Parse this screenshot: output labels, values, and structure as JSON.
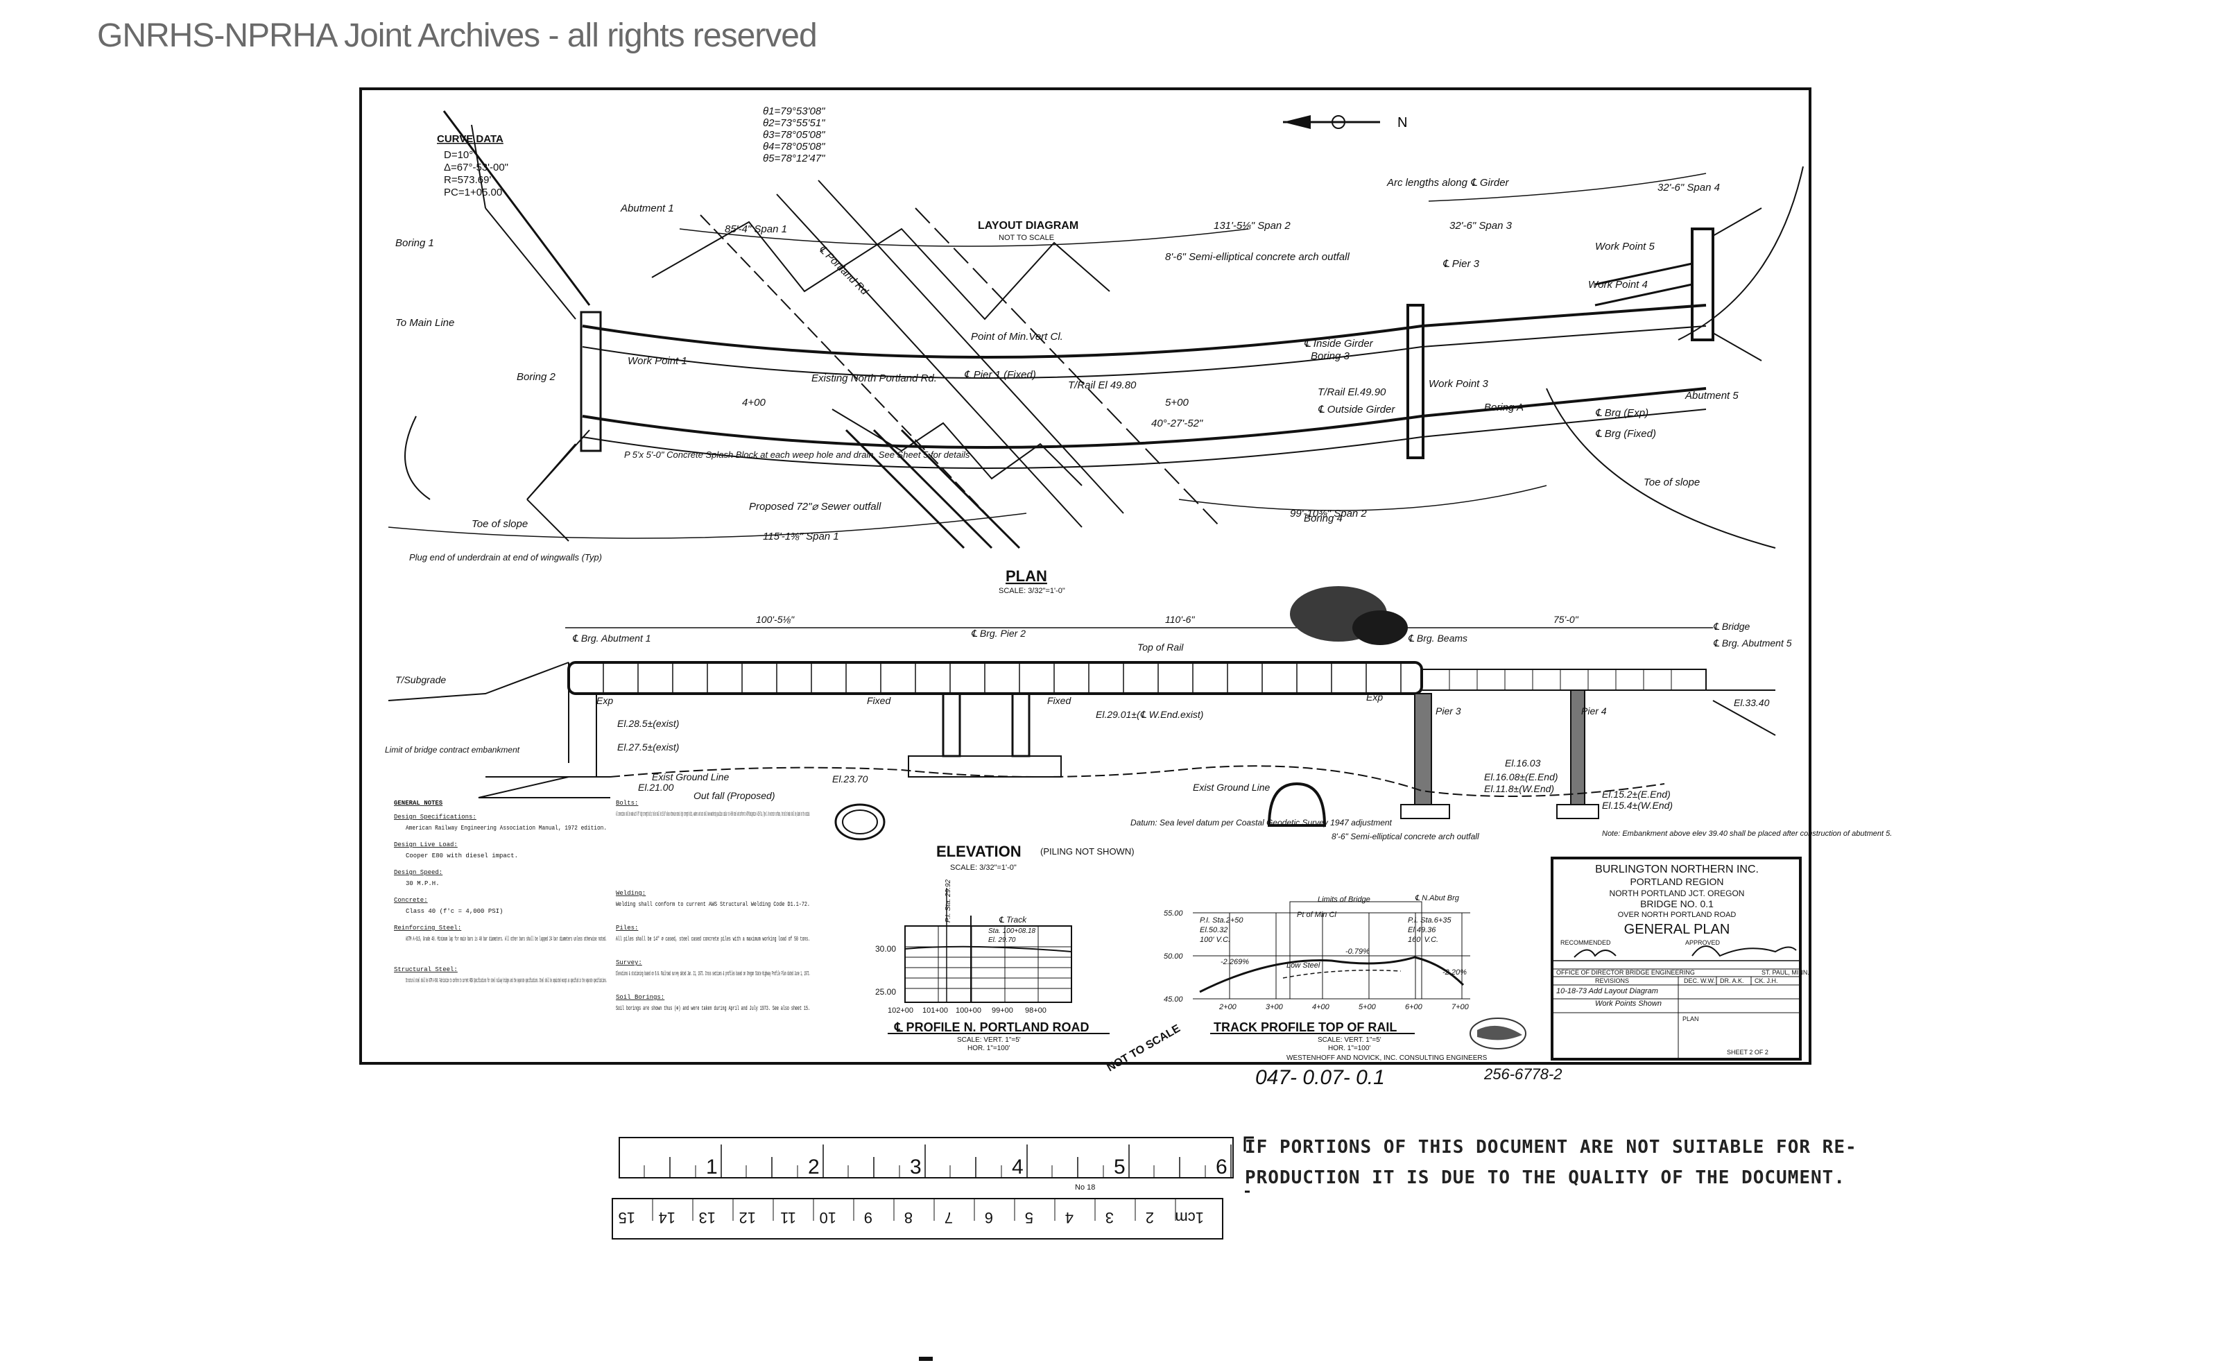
{
  "header": {
    "watermark": "GNRHS-NPRHA Joint Archives - all rights reserved"
  },
  "plan": {
    "title": "PLAN",
    "scale": "SCALE: 3/32\"=1'-0\"",
    "layout_diagram": "LAYOUT DIAGRAM",
    "not_to_scale": "NOT TO SCALE",
    "curve_data_title": "CURVE DATA",
    "curve_data": [
      "D=10°",
      "Δ=67°-53'-00\"",
      "R=573.69'",
      "PC=1+05.00"
    ],
    "angles": [
      "θ1=79°53'08\"",
      "θ2=73°55'51\"",
      "θ3=78°05'08\"",
      "θ4=78°05'08\"",
      "θ5=78°12'47\""
    ],
    "labels": {
      "to_main_line": "To Main Line",
      "boring1": "Boring 1",
      "boring2": "Boring 2",
      "boring3": "Boring 3",
      "boring4": "Boring 4",
      "boringA": "Boring A",
      "work_point1": "Work Point 1",
      "work_point3": "Work Point 3",
      "work_point4": "Work Point 4",
      "work_point5": "Work Point 5",
      "portland_rd": "℄ Portland Rd",
      "existing_north_portland": "Existing North Portland Rd.",
      "pier1": "℄ Pier 1 (Fixed)",
      "pier3": "℄ Pier 3",
      "outside_girder": "℄ Outside Girder",
      "inside_girder": "℄ Inside Girder",
      "point_min_cl": "Point of Min.Vert Cl.",
      "proposed_sewer": "Proposed 72\"⌀ Sewer outfall",
      "toe_of_slope": "Toe of slope",
      "arc_lengths": "Arc lengths along ℄ Girder",
      "semi_elliptical": "8'-6\" Semi-elliptical concrete arch outfall",
      "splash_block": "P 5'x 5'-0\" Concrete Splash Block at each weep hole and drain. See Sheet 5 for details",
      "plug_end": "Plug end of underdrain at end of wingwalls (Typ)",
      "span1": "115'-1⅜\" Span 1",
      "span1b": "85'-4\" Span 1",
      "span2": "131'-5⅛\" Span 2",
      "span2b": "99'-10⅜\" Span 2",
      "span3": "32'-6\" Span 3",
      "span4": "32'-6\" Span 4",
      "angle_4027": "40°-27'-52\"",
      "sta_400": "4+00",
      "sta_500": "5+00",
      "rail_el": "T/Rail El 49.80",
      "rail_el2": "T/Rail El.49.90",
      "brg_exp": "℄ Brg (Exp)",
      "brg_fixed": "℄ Brg (Fixed)",
      "abutment1": "Abutment 1",
      "abutment5": "Abutment 5"
    }
  },
  "elevation": {
    "title": "ELEVATION",
    "subtitle": "(PILING NOT SHOWN)",
    "scale": "SCALE: 3/32\"=1'-0\"",
    "dims": [
      "100'-5⅛\"",
      "110'-6\"",
      "75'-0\""
    ],
    "labels": {
      "brg_abut1": "℄ Brg. Abutment 1",
      "brg_pier2": "℄ Brg. Pier 2",
      "top_of_rail": "Top of Rail",
      "brg_beams": "℄ Brg. Beams",
      "bridge": "℄ Bridge",
      "brg_abut5": "℄ Brg. Abutment 5",
      "t_subgrade": "T/Subgrade",
      "limit_bridge": "Limit of bridge contract embankment",
      "exist_ground": "Exist Ground Line",
      "outfall": "Out fall (Proposed)",
      "el_2100": "El.21.00",
      "el_2370": "El.23.70",
      "el_2901": "El.29.01±(℄ W.End.exist)",
      "el_2815": "El.28.5±(exist)",
      "el_2715": "El.27.5±(exist)",
      "el_3340": "El.33.40",
      "el_1603": "El.16.03",
      "el_1608": "El.16.08±(E.End)",
      "el_1180": "El.11.8±(W.End)",
      "el_1520": "El.15.2±(E.End)",
      "el_1540": "El.15.4±(W.End)",
      "fixed": "Fixed",
      "exp": "Exp",
      "pier3": "Pier 3",
      "pier4": "Pier 4",
      "datum": "Datum: Sea level datum per Coastal Geodetic Survey 1947 adjustment",
      "arch_outfall": "8'-6\" Semi-elliptical concrete arch outfall",
      "embankment_note": "Note: Embankment above elev 39.40 shall be placed after construction of abutment 5."
    }
  },
  "general_notes": {
    "title": "GENERAL NOTES",
    "items": [
      {
        "head": "Design Specifications:",
        "body": "American Railway Engineering Association Manual, 1972 edition."
      },
      {
        "head": "Design Live Load:",
        "body": "Cooper E80 with diesel impact."
      },
      {
        "head": "Design Speed:",
        "body": "30 M.P.H."
      },
      {
        "head": "Concrete:",
        "body": "Class 40 (f'c = 4,000 PSI)"
      },
      {
        "head": "Reinforcing Steel:",
        "body": "ASTM A-615, Grade 40. Minimum lap for main bars is 40 bar diameters. All other bars shall be lapped 24 bar diameters unless otherwise noted."
      },
      {
        "head": "Structural Steel:",
        "body": "Structural steel shall be ASTM A-588. Fabrication to conform to current AREA Specifications for steel railway bridges and the separate specifications. Steel shall be unpainted except as specified in the separate specifications."
      }
    ],
    "col2": [
      {
        "head": "Bolts:",
        "body": "All connections shall be made with 7/8\" high strength bolts; holes shall be 15/16\" unless otherwise noted. High strength bolts, washers and nuts shall have weathering qualities similar to A-588 steel and conform to ASTM Designation A-325-71a, Type 3. On exterior surfaces, the bolts heads shall be placed on the outside."
      },
      {
        "head": "Welding:",
        "body": "Welding shall conform to current AWS Structural Welding Code D1.1-72."
      },
      {
        "head": "Piles:",
        "body": "All piles shall be 14\" ⌀ cased, steel cased concrete piles with a maximum working load of 50 tons."
      },
      {
        "head": "Survey:",
        "body": "Elevations & stationing based on B.N. Railroad survey dated Jan. 21, 1973. Cross sections & profiles based on Oregon State Highway Profile Plan dated June 1, 1973."
      },
      {
        "head": "Soil Borings:",
        "body": "Soil borings are shown thus (⊕) and were taken during April and July 1973. See also sheet 15."
      }
    ]
  },
  "profile_portland": {
    "title": "℄ PROFILE N. PORTLAND ROAD",
    "scale_v": "SCALE: VERT. 1\"=5'",
    "scale_h": "HOR. 1\"=100'",
    "yticks": [
      "30.00",
      "25.00"
    ],
    "xticks": [
      "102+00",
      "101+00",
      "100+00",
      "99+00",
      "98+00"
    ],
    "labels": [
      "℄ Track",
      "Sta. 100+08.18",
      "El. 29.70",
      "P.I. Sta. 29.92"
    ]
  },
  "track_profile": {
    "title": "TRACK PROFILE TOP OF RAIL",
    "scale_v": "SCALE: VERT. 1\"=5'",
    "scale_h": "HOR. 1\"=100'",
    "yticks": [
      "55.00",
      "50.00",
      "45.00"
    ],
    "xticks": [
      "2+00",
      "3+00",
      "4+00",
      "5+00",
      "6+00",
      "7+00"
    ],
    "labels": [
      "Limits of Bridge",
      "℄ N.Abut Brg",
      "P.I. Sta.2+50",
      "El.50.32",
      "100' V.C.",
      "P.I. Sta.6+35",
      "El.49.36",
      "160' V.C.",
      "Low Steel",
      "-2.269%",
      "-0.79%",
      "-2.20%",
      "Pt of Min Cl"
    ]
  },
  "not_to_scale_stamp": "NOT TO SCALE",
  "consultant": "WESTENHOFF AND NOVICK, INC. CONSULTING ENGINEERS",
  "title_block": {
    "company": "BURLINGTON NORTHERN INC.",
    "region": "PORTLAND REGION",
    "location": "NORTH PORTLAND JCT. OREGON",
    "bridge": "BRIDGE NO. 0.1",
    "over": "OVER NORTH PORTLAND ROAD",
    "drawing": "GENERAL PLAN",
    "recommended": "RECOMMENDED",
    "approved": "APPROVED",
    "office": "OFFICE OF DIRECTOR BRIDGE ENGINEERING",
    "city": "ST. PAUL, MINN.",
    "revisions": "REVISIONS",
    "dec": "DEC. W.W.",
    "dr": "DR. A.K.",
    "ck": "CK. J.H.",
    "rev_line1": "10-18-73 Add Layout Diagram",
    "rev_line2": "Work Points Shown",
    "plan_label": "PLAN",
    "sheet": "SHEET 2 OF 2"
  },
  "footer_numbers": {
    "left": "047- 0.07- 0.1",
    "right": "256-6778-2"
  },
  "ruler": {
    "top_numbers": [
      "1",
      "2",
      "3",
      "4",
      "5",
      "6"
    ],
    "bottom_numbers": [
      "15",
      "14",
      "13",
      "12",
      "11",
      "10",
      "9",
      "8",
      "7",
      "6",
      "5",
      "4",
      "3",
      "2",
      "1cm"
    ],
    "mark": "No 18"
  },
  "notice": {
    "line1": "IF PORTIONS OF THIS DOCUMENT ARE NOT SUITABLE FOR RE-",
    "line2": "PRODUCTION IT IS DUE TO THE QUALITY OF THE DOCUMENT."
  },
  "north_arrow": "N"
}
